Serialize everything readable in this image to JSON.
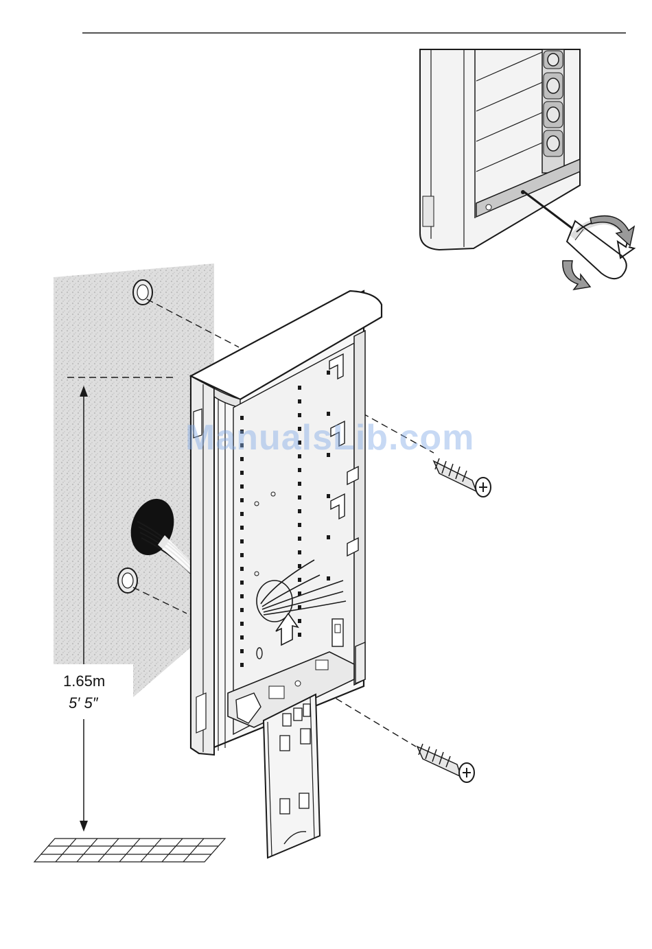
{
  "annotations": {
    "height_metric": "1.65m",
    "height_imperial": "5′ 5″",
    "watermark": "ManualsLib.com"
  },
  "colors": {
    "line": "#1a1a1a",
    "wall_texture": "#d9d9d9",
    "panel_fill": "#f4f4f4",
    "watermark": "#82aae6"
  },
  "icons": [
    "screwdriver-icon",
    "rotate-arrow-icon",
    "screw-icon",
    "wall-plug-icon",
    "up-arrow-icon"
  ]
}
